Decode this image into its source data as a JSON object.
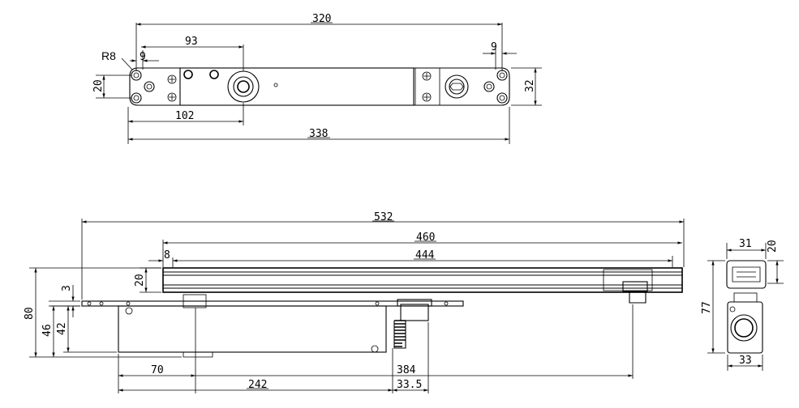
{
  "top_view": {
    "dims": {
      "hole_span": "320",
      "to_pinion": "93",
      "hole_offset_left": "9",
      "hole_offset_right": "9",
      "hole_pitch": "20",
      "body_length": "102",
      "plate_length": "338",
      "plate_height": "32",
      "radius": "R8"
    }
  },
  "side_view": {
    "dims": {
      "overall_length": "532",
      "arm_length": "460",
      "slot_length": "444",
      "slot_offset": "8",
      "arm_height": "20",
      "plate_thickness": "3",
      "overall_height": "80",
      "body_height": "46",
      "body_depth": "42",
      "pinion_offset": "70",
      "body_to_pinion": "242",
      "pinion_to_end": "384",
      "pinion_dist": "33.5"
    }
  },
  "end_view": {
    "dims": {
      "arm_width": "31",
      "arm_depth": "20",
      "total_height": "77",
      "body_width": "33"
    }
  }
}
